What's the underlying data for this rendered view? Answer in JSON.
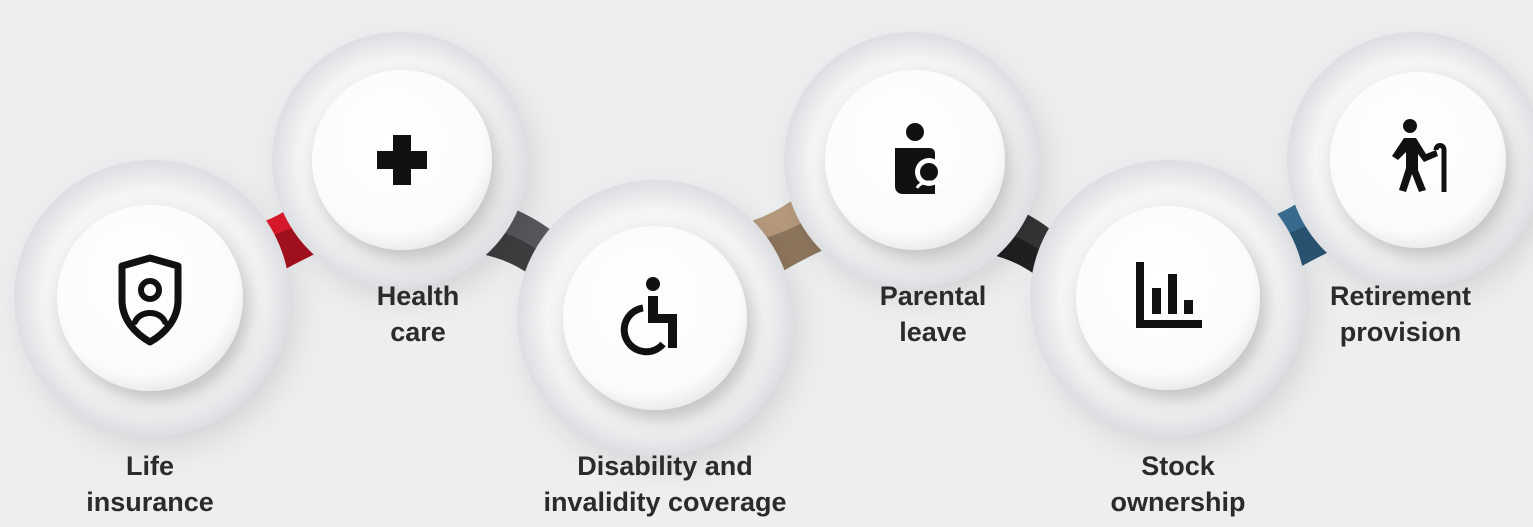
{
  "items": [
    {
      "line1": "Life",
      "line2": "insurance",
      "icon": "shield-person-icon",
      "connector_color": "#e0192d"
    },
    {
      "line1": "Health",
      "line2": "care",
      "icon": "medical-cross-icon",
      "connector_color": "#56585b"
    },
    {
      "line1": "Disability and",
      "line2": "invalidity coverage",
      "icon": "wheelchair-icon",
      "connector_color": "#b69a7c"
    },
    {
      "line1": "Parental",
      "line2": "leave",
      "icon": "parent-child-icon",
      "connector_color": "#333537"
    },
    {
      "line1": "Stock",
      "line2": "ownership",
      "icon": "bar-chart-icon",
      "connector_color": "#3a6f94"
    },
    {
      "line1": "Retirement",
      "line2": "provision",
      "icon": "elderly-person-icon"
    }
  ],
  "colors": {
    "background": "#eceef0",
    "icon": "#111111",
    "text": "#2b2b2b"
  }
}
